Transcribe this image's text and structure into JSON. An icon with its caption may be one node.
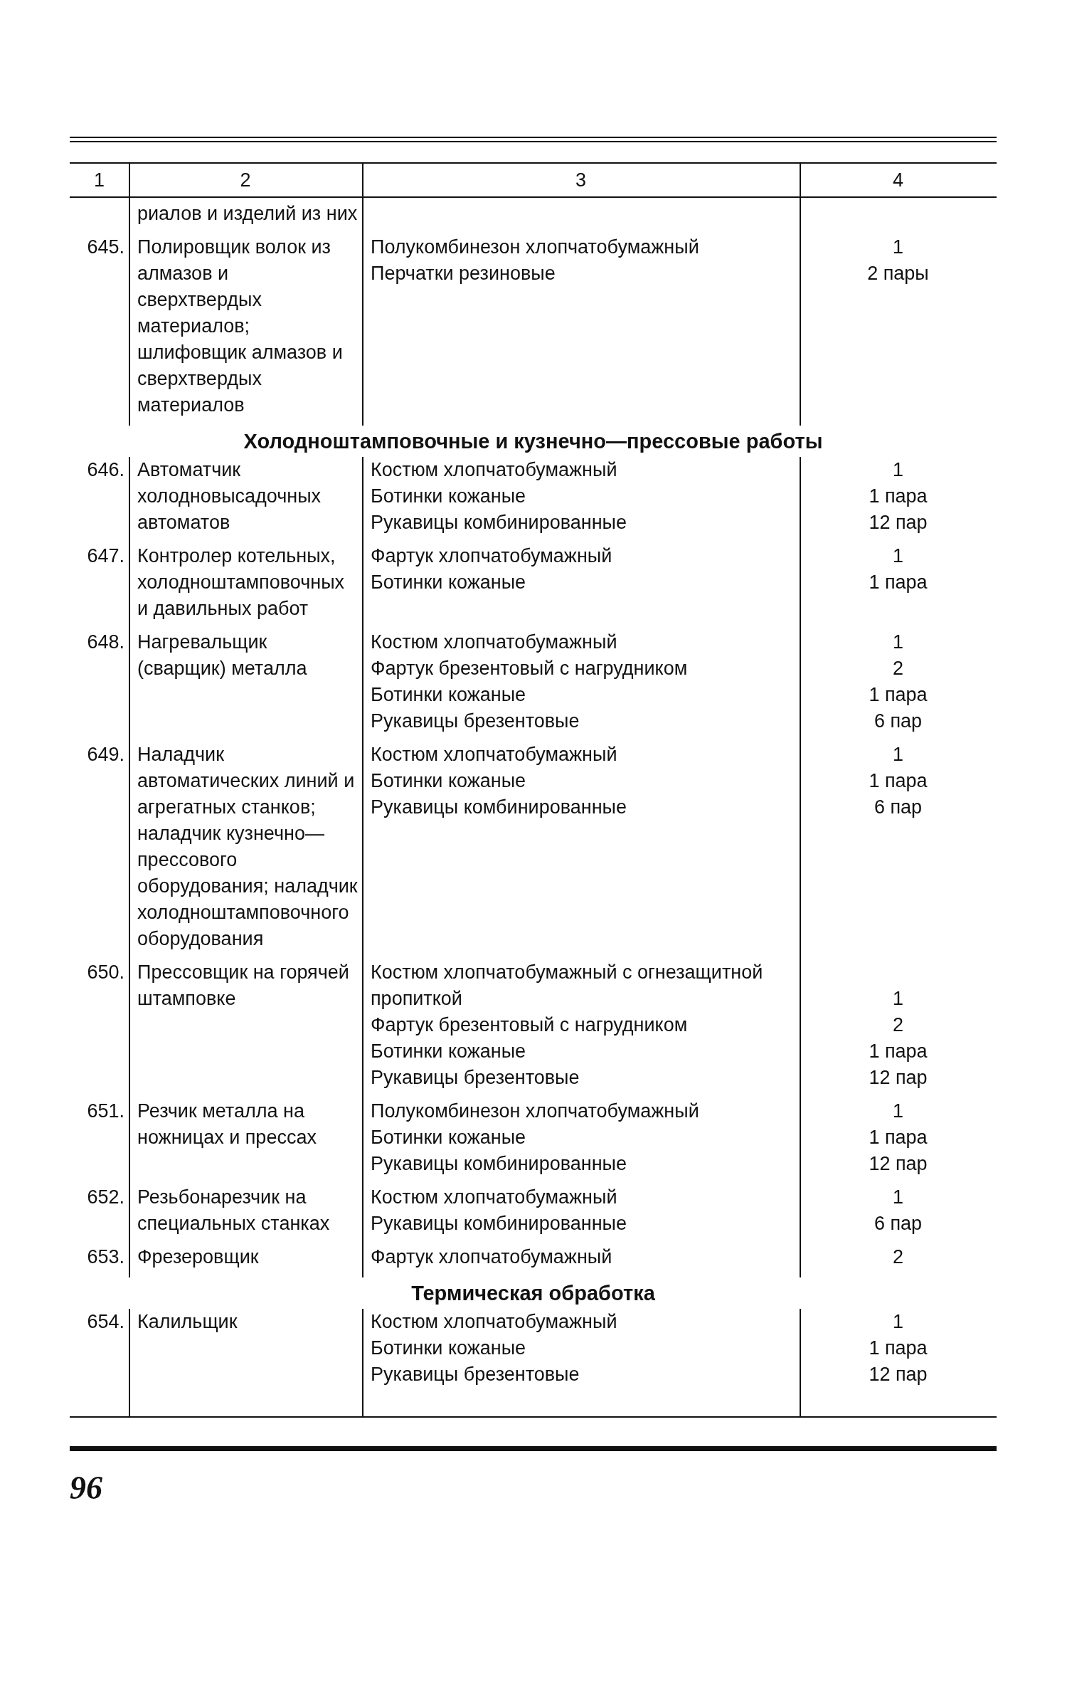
{
  "diagram": {
    "labels": [
      "1",
      "2",
      "3",
      "4",
      "риалов и изделий из них",
      "645.",
      "Полировщик волок из алмазов и сверхтвердых материалов; шлифовщик алмазов и сверхтвердых материалов",
      "Полукомбинезон хлопчатобумажный",
      "1",
      "Перчатки резиновые",
      "2 пары",
      "Холодноштамповочные и кузнечно—прессовые работы",
      "646.",
      "Автоматчик холодновысадочных автоматов",
      "Костюм хлопчатобумажный",
      "1",
      "Ботинки кожаные",
      "1 пара",
      "Рукавицы комбинированные",
      "12 пар",
      "647.",
      "Контролер котельных, холодноштамповочных и давильных работ",
      "Фартук хлопчатобумажный",
      "1",
      "Ботинки кожаные",
      "1 пара",
      "648.",
      "Нагревальщик (сварщик) металла",
      "Костюм хлопчатобумажный",
      "1",
      "Фартук брезентовый с нагрудником",
      "2",
      "Ботинки кожаные",
      "1 пара",
      "Рукавицы брезентовые",
      "6 пар",
      "649.",
      "Наладчик автоматических линий и агрегатных станков; наладчик кузнечно—прессового оборудования; наладчик холодноштамповочного оборудования",
      "Костюм хлопчатобумажный",
      "1",
      "Ботинки кожаные",
      "1 пара",
      "Рукавицы комбинированные",
      "6 пар",
      "650.",
      "Прессовщик на горячей штамповке",
      "Костюм хлопчатобумажный с огнезащитной пропиткой",
      "1",
      "Фартук брезентовый с нагрудником",
      "2",
      "Ботинки кожаные",
      "1 пара",
      "Рукавицы брезентовые",
      "12 пар",
      "651.",
      "Резчик металла на ножницах и прессах",
      "Полукомбинезон хлопчатобумажный",
      "1",
      "Ботинки кожаные",
      "1 пара",
      "Рукавицы комбинированные",
      "12 пар",
      "652.",
      "Резьбонарезчик на специальных станках",
      "Костюм хлопчатобумажный",
      "1",
      "Рукавицы комбинированные",
      "6 пар",
      "653.",
      "Фрезеровщик",
      "Фартук хлопчатобумажный",
      "2",
      "Термическая обработка",
      "654.",
      "Калильщик",
      "Костюм хлопчатобумажный",
      "1",
      "Ботинки кожаные",
      "1 пара",
      "Рукавицы брезентовые",
      "12 пар",
      "96"
    ]
  }
}
